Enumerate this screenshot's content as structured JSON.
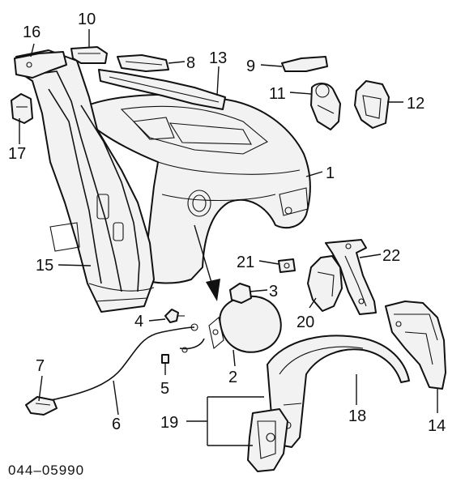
{
  "diagram_code": "044–05990",
  "callouts": {
    "c1": "1",
    "c2": "2",
    "c3": "3",
    "c4": "4",
    "c5": "5",
    "c6": "6",
    "c7": "7",
    "c8": "8",
    "c9": "9",
    "c10": "10",
    "c11": "11",
    "c12": "12",
    "c13": "13",
    "c14": "14",
    "c15": "15",
    "c16": "16",
    "c17": "17",
    "c18": "18",
    "c19": "19",
    "c20": "20",
    "c21": "21",
    "c22": "22"
  }
}
